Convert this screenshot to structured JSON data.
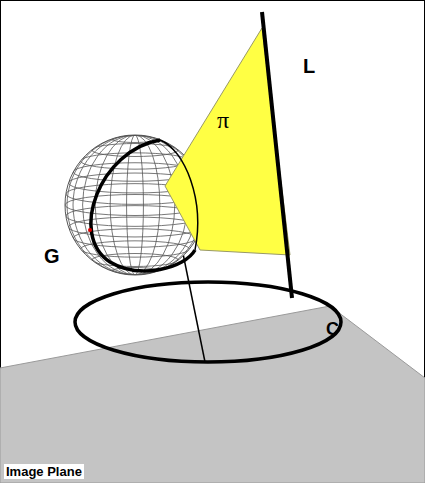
{
  "diagram": {
    "labels": [
      "L",
      "π",
      "G",
      "C",
      "Image Plane"
    ]
  }
}
